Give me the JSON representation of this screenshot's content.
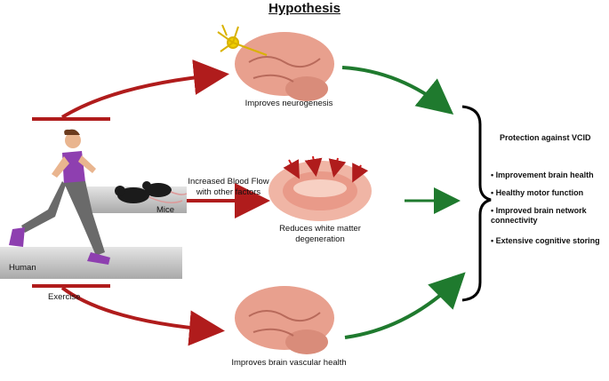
{
  "title": "Hypothesis",
  "left": {
    "human_label": "Human",
    "mice_label": "Mice",
    "exercise_label": "Exercise"
  },
  "middle": {
    "blood_flow_label": "Increased Blood Flow\nwith other factors",
    "neurogenesis_caption": "Improves neurogenesis",
    "white_matter_caption": "Reduces white matter\ndegeneration",
    "vascular_caption": "Improves brain vascular health"
  },
  "right": {
    "heading": "Protection against VCID",
    "bullets": [
      "• Improvement brain health",
      "• Healthy motor function",
      "• Improved brain network\nconnectivity",
      "• Extensive cognitive storing"
    ]
  },
  "colors": {
    "red_arrow": "#b01c1c",
    "green_arrow": "#1f7a2e",
    "brain": "#e8a08e",
    "tank": "#c9c9c9",
    "runner_top": "#8e3fb0"
  }
}
